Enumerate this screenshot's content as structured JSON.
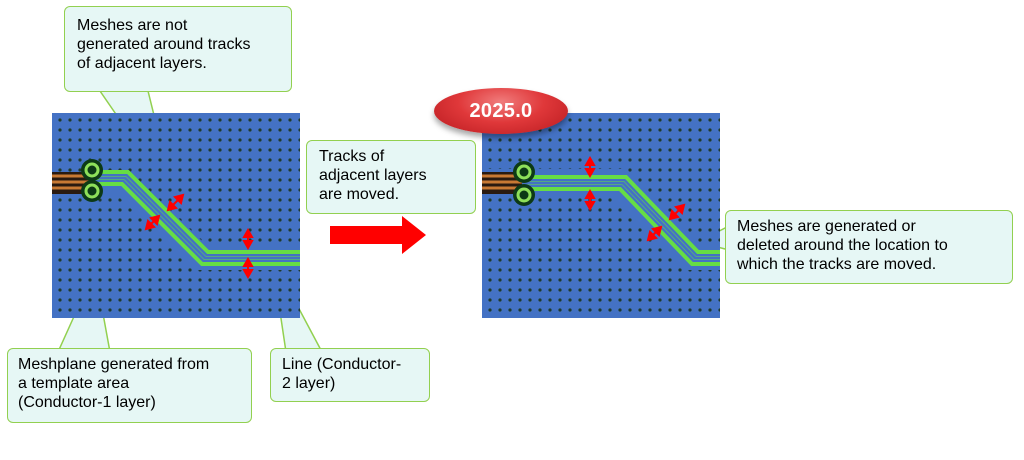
{
  "callouts": {
    "top": [
      "Meshes are not",
      "generated around tracks",
      "of adjacent layers."
    ],
    "middle": [
      "Tracks of",
      "adjacent layers",
      "are moved."
    ],
    "right": [
      "Meshes are generated or",
      "deleted around the location to",
      "which the tracks are moved."
    ],
    "bottom_left": [
      "Meshplane generated from",
      "a template area",
      "(Conductor-1 layer)"
    ],
    "bottom_mid": [
      "Line (Conductor-",
      "2 layer)"
    ]
  },
  "badge": {
    "version": "2025.0"
  },
  "colors": {
    "board": "#4472c4",
    "mesh_dot": "#1f3b2c",
    "track": "#66dd44",
    "track_gap": "#4472c4",
    "pad": "#0d3a16",
    "pad_ring": "#8ee05a",
    "incoming_copper": "#c87933",
    "dim_arrow": "#ff0000",
    "big_arrow": "#ff0000",
    "callout_fill": "#e6f7f5",
    "callout_border": "#92d050"
  }
}
